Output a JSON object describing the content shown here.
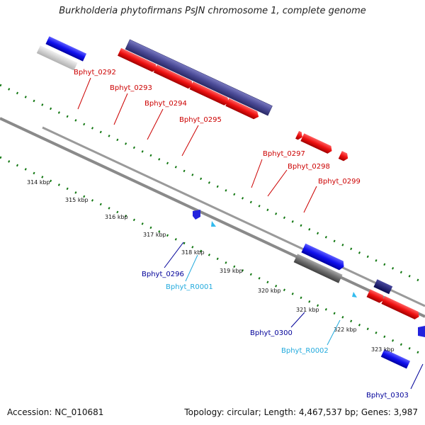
{
  "header": {
    "title": "Burkholderia phytofirmans PsJN chromosome 1, complete genome"
  },
  "footer": {
    "accession": "Accession: NC_010681",
    "summary": "Topology: circular; Length: 4,467,537 bp; Genes: 3,987"
  },
  "colors": {
    "forward_gene": "#ee1111",
    "reverse_gene": "#1111dd",
    "rna_gene": "#33bbee",
    "cds_overlay": "#4a4a96",
    "gc_dots": "#117711",
    "backbone": "#8a8a8a",
    "forward_label": "#cc0000",
    "reverse_label": "#000099",
    "rna_label": "#22aadd"
  },
  "ticks": [
    "314 kbp",
    "315 kbp",
    "316 kbp",
    "317 kbp",
    "318 kbp",
    "319 kbp",
    "320 kbp",
    "321 kbp",
    "322 kbp",
    "323 kbp"
  ],
  "gene_labels": {
    "forward": [
      "Bphyt_0292",
      "Bphyt_0293",
      "Bphyt_0294",
      "Bphyt_0295",
      "Bphyt_0297",
      "Bphyt_0298",
      "Bphyt_0299"
    ],
    "reverse": [
      "Bphyt_0296",
      "Bphyt_0300",
      "Bphyt_0303"
    ],
    "rna": [
      "Bphyt_R0001",
      "Bphyt_R0002"
    ]
  }
}
